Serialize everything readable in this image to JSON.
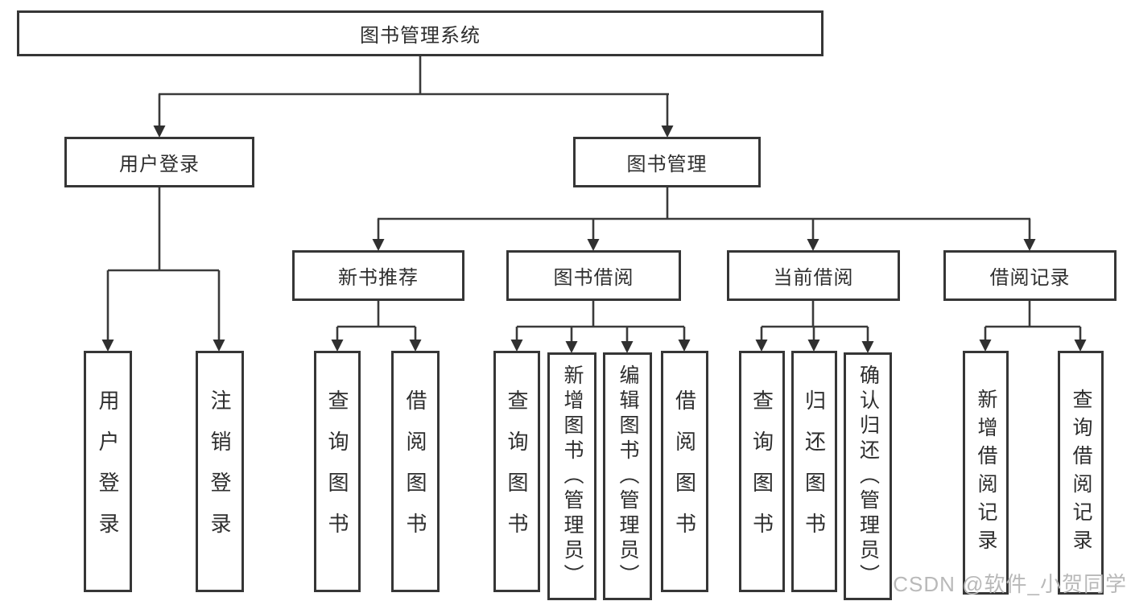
{
  "tree": {
    "root": "图书管理系统",
    "user_login": {
      "label": "用户登录",
      "children": [
        "用户登录",
        "注销登录"
      ]
    },
    "book_mgmt": {
      "label": "图书管理",
      "sections": {
        "new_book": {
          "label": "新书推荐",
          "children": [
            "查询图书",
            "借阅图书"
          ]
        },
        "borrow": {
          "label": "图书借阅",
          "children": [
            "查询图书",
            "新增图书（管理员）",
            "编辑图书（管理员）",
            "借阅图书"
          ]
        },
        "current": {
          "label": "当前借阅",
          "children": [
            "查询图书",
            "归还图书",
            "确认归还（管理员）"
          ]
        },
        "record": {
          "label": "借阅记录",
          "children": [
            "新增借阅记录",
            "查询借阅记录"
          ]
        }
      }
    }
  },
  "watermark": {
    "text": "CSDN @软件_小贺同学"
  },
  "colors": {
    "line": "#3a3a3a",
    "box_border": "#363636",
    "text": "#2e2e2e",
    "watermark": "#b9b9b9",
    "background": "#ffffff"
  }
}
